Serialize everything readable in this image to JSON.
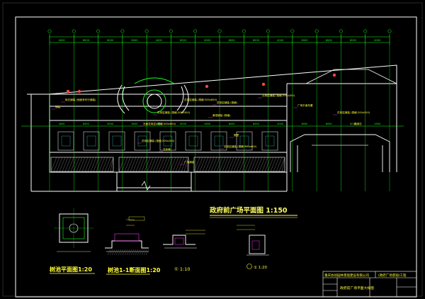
{
  "drawing": {
    "main_title": "政府前广场平面图 1:150",
    "detail_a_title": "树池平面图1:20",
    "detail_b_title": "树池1-1断面图1:20",
    "detail_c_title": "① 1:10",
    "detail_d_title": "① 1:20",
    "labels": [
      "砾石铺装 (地面有车行铺装)",
      "铺装",
      "花岗岩铺装 (规格:300x600)",
      "花岗岩铺装 (规格)",
      "花岗岩铺装 (规格:300x300)",
      "光面花岗岩 (规格:300x600)",
      "花岗岩铺装 (规格:200x200)",
      "文化墙",
      "景观铺装 (规格)",
      "花岗岩铺装 (规格:200x200)",
      "广场平面布置",
      "花岗岩铺装 (规格:200x200)",
      "路缘石",
      "照壁",
      "花岗岩铺装 (规格:300x600)",
      "广场铺装"
    ],
    "dims": [
      "4000",
      "8000",
      "6000",
      "8000",
      "4000",
      "8000",
      "6000",
      "8000",
      "8000",
      "4000",
      "8000",
      "6000",
      "8000",
      "4000"
    ],
    "title_block": {
      "company": "重庆协创园林景观建设有限公司",
      "project": "(政府广场景观)工程",
      "sheet_name": "政府前广场平面大样图"
    },
    "colors": {
      "background": "#000000",
      "outline": "#ffffff",
      "grid": "#19ff19",
      "text_main": "#ff3",
      "text_yellow": "#ffff66",
      "annotation": "#ff33ff",
      "cyan": "#40ffff",
      "red_mark": "#ff4444"
    }
  }
}
